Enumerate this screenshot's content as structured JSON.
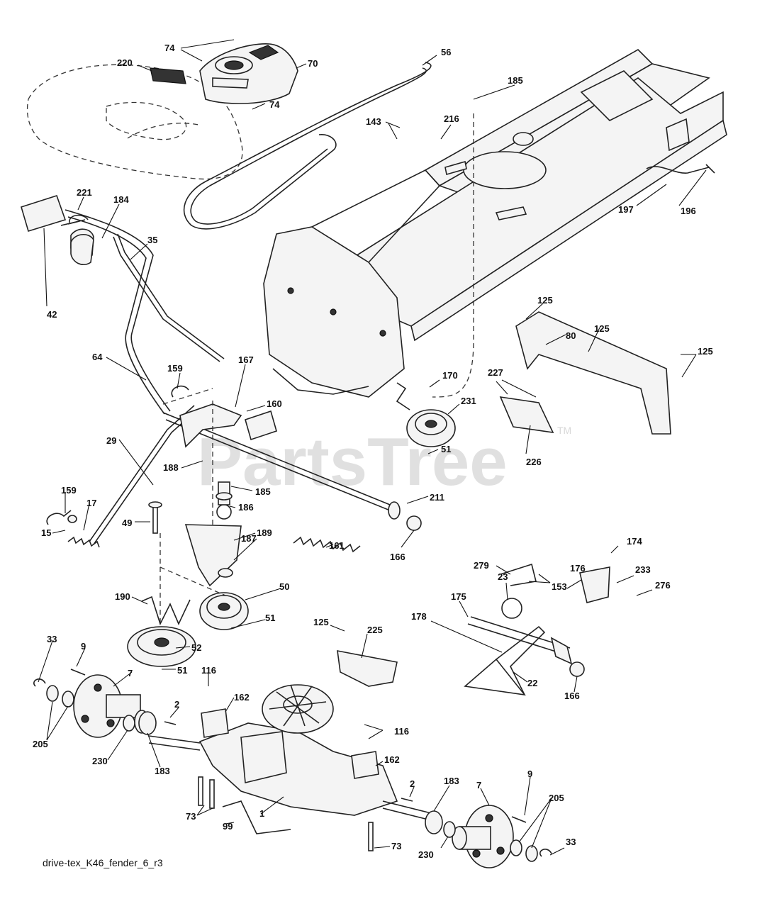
{
  "caption": "drive-tex_K46_fender_6_r3",
  "watermark": "PartsTree",
  "watermark_tm": "TM",
  "callouts": [
    {
      "id": "74a",
      "text": "74"
    },
    {
      "id": "220",
      "text": "220"
    },
    {
      "id": "70",
      "text": "70"
    },
    {
      "id": "56",
      "text": "56"
    },
    {
      "id": "74b",
      "text": "74"
    },
    {
      "id": "185a",
      "text": "185"
    },
    {
      "id": "143",
      "text": "143"
    },
    {
      "id": "216",
      "text": "216"
    },
    {
      "id": "221",
      "text": "221"
    },
    {
      "id": "184",
      "text": "184"
    },
    {
      "id": "35",
      "text": "35"
    },
    {
      "id": "42",
      "text": "42"
    },
    {
      "id": "197",
      "text": "197"
    },
    {
      "id": "196",
      "text": "196"
    },
    {
      "id": "64",
      "text": "64"
    },
    {
      "id": "159a",
      "text": "159"
    },
    {
      "id": "167",
      "text": "167"
    },
    {
      "id": "160",
      "text": "160"
    },
    {
      "id": "170",
      "text": "170"
    },
    {
      "id": "125a",
      "text": "125"
    },
    {
      "id": "80",
      "text": "80"
    },
    {
      "id": "125b",
      "text": "125"
    },
    {
      "id": "125c",
      "text": "125"
    },
    {
      "id": "227",
      "text": "227"
    },
    {
      "id": "231",
      "text": "231"
    },
    {
      "id": "29",
      "text": "29"
    },
    {
      "id": "188",
      "text": "188"
    },
    {
      "id": "51a",
      "text": "51"
    },
    {
      "id": "226",
      "text": "226"
    },
    {
      "id": "185b",
      "text": "185"
    },
    {
      "id": "159b",
      "text": "159"
    },
    {
      "id": "17",
      "text": "17"
    },
    {
      "id": "186",
      "text": "186"
    },
    {
      "id": "211",
      "text": "211"
    },
    {
      "id": "49",
      "text": "49"
    },
    {
      "id": "189",
      "text": "189"
    },
    {
      "id": "15",
      "text": "15"
    },
    {
      "id": "166a",
      "text": "166"
    },
    {
      "id": "187",
      "text": "187"
    },
    {
      "id": "161",
      "text": "161"
    },
    {
      "id": "279",
      "text": "279"
    },
    {
      "id": "174",
      "text": "174"
    },
    {
      "id": "176",
      "text": "176"
    },
    {
      "id": "23",
      "text": "23"
    },
    {
      "id": "153",
      "text": "153"
    },
    {
      "id": "233",
      "text": "233"
    },
    {
      "id": "276",
      "text": "276"
    },
    {
      "id": "50",
      "text": "50"
    },
    {
      "id": "190",
      "text": "190"
    },
    {
      "id": "175",
      "text": "175"
    },
    {
      "id": "178",
      "text": "178"
    },
    {
      "id": "51b",
      "text": "51"
    },
    {
      "id": "125d",
      "text": "125"
    },
    {
      "id": "225",
      "text": "225"
    },
    {
      "id": "33a",
      "text": "33"
    },
    {
      "id": "9a",
      "text": "9"
    },
    {
      "id": "52",
      "text": "52"
    },
    {
      "id": "7a",
      "text": "7"
    },
    {
      "id": "51c",
      "text": "51"
    },
    {
      "id": "22",
      "text": "22"
    },
    {
      "id": "166b",
      "text": "166"
    },
    {
      "id": "116a",
      "text": "116"
    },
    {
      "id": "162a",
      "text": "162"
    },
    {
      "id": "2a",
      "text": "2"
    },
    {
      "id": "205a",
      "text": "205"
    },
    {
      "id": "116b",
      "text": "116"
    },
    {
      "id": "230a",
      "text": "230"
    },
    {
      "id": "183a",
      "text": "183"
    },
    {
      "id": "162b",
      "text": "162"
    },
    {
      "id": "9b",
      "text": "9"
    },
    {
      "id": "183b",
      "text": "183"
    },
    {
      "id": "7b",
      "text": "7"
    },
    {
      "id": "2b",
      "text": "2"
    },
    {
      "id": "205b",
      "text": "205"
    },
    {
      "id": "73a",
      "text": "73"
    },
    {
      "id": "1",
      "text": "1"
    },
    {
      "id": "99",
      "text": "99"
    },
    {
      "id": "33b",
      "text": "33"
    },
    {
      "id": "73b",
      "text": "73"
    },
    {
      "id": "230b",
      "text": "230"
    }
  ]
}
